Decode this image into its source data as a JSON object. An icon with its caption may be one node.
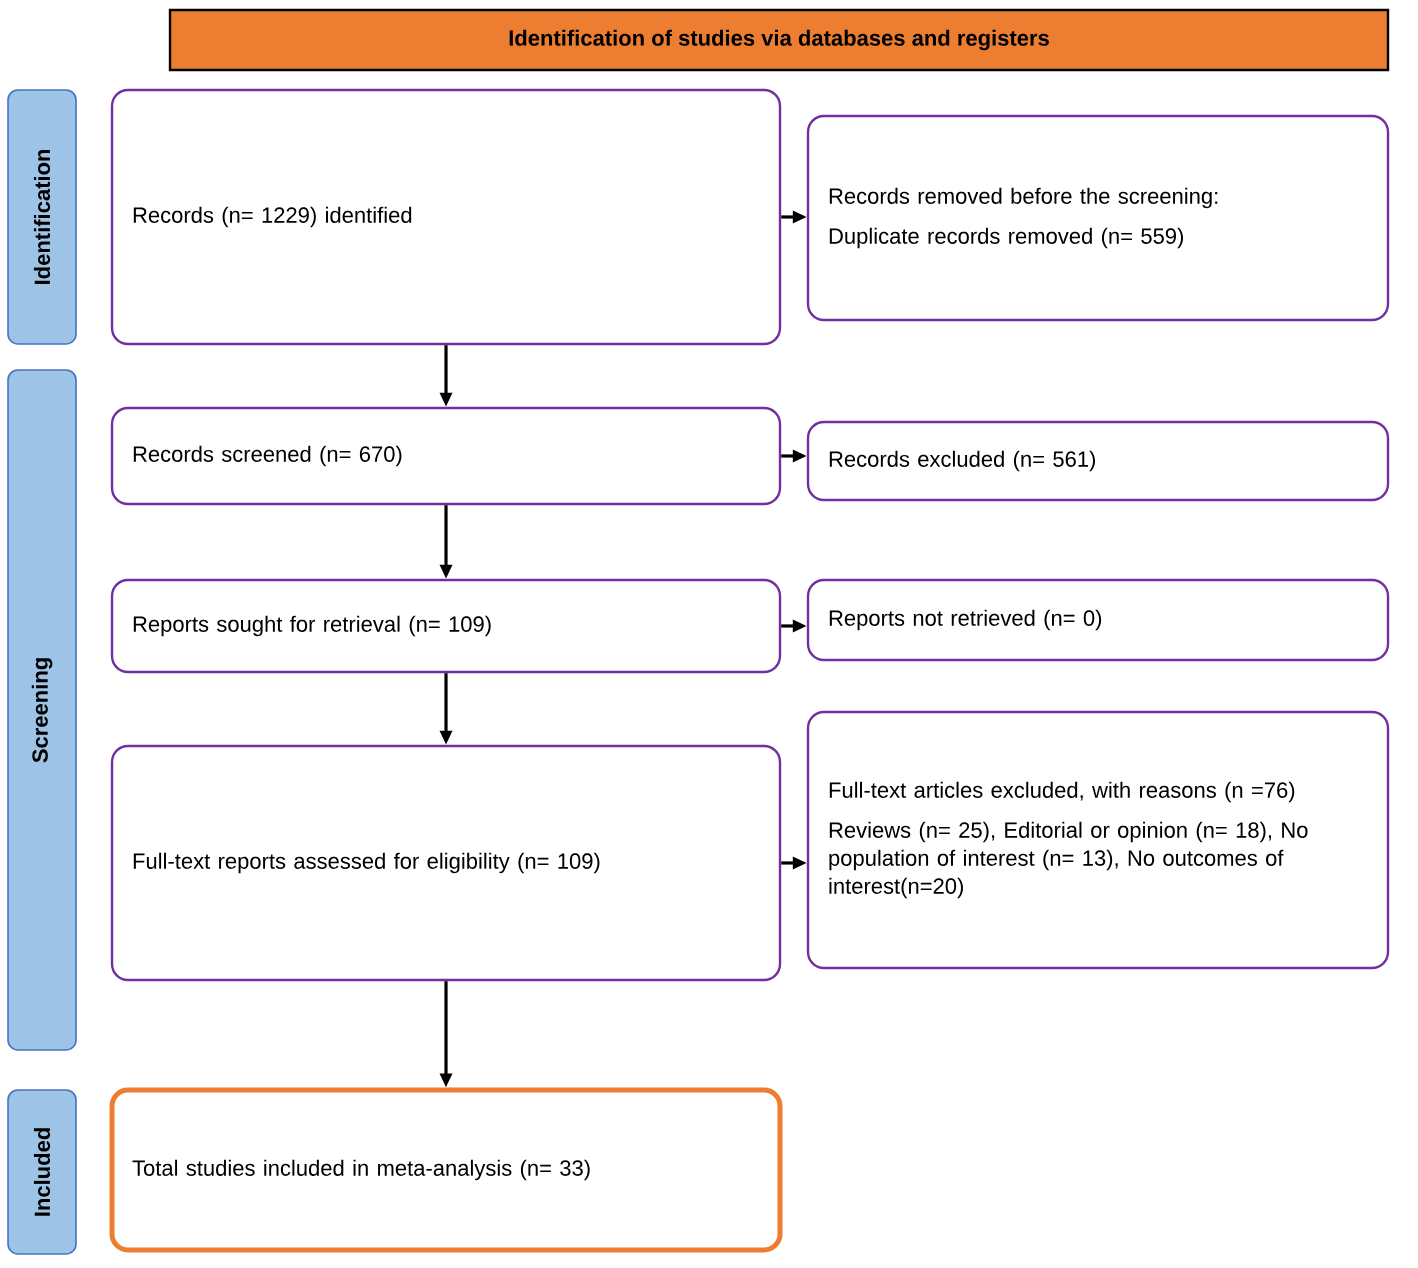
{
  "diagram": {
    "nodes": [
      {
        "text": [
          "Identification of studies via databases and registers"
        ]
      },
      {
        "text": [
          "Identification"
        ]
      },
      {
        "text": [
          "Screening"
        ]
      },
      {
        "text": [
          "Included"
        ]
      },
      {
        "text": [
          "Records (n= 1229) identified"
        ]
      },
      {
        "text": [
          "Records removed before the screening:",
          "Duplicate records removed (n= 559)"
        ]
      },
      {
        "text": [
          "Records screened (n= 670)"
        ]
      },
      {
        "text": [
          "Records excluded (n= 561)"
        ]
      },
      {
        "text": [
          "Reports sought for retrieval (n= 109)"
        ]
      },
      {
        "text": [
          "Reports not retrieved (n= 0)"
        ]
      },
      {
        "text": [
          "Full-text reports assessed for eligibility (n= 109)"
        ]
      },
      {
        "text": [
          "Full-text articles excluded, with reasons (n =76)",
          "Reviews (n= 25), Editorial or opinion (n= 18), No population of interest (n= 13),  No outcomes of interest(n=20)"
        ]
      },
      {
        "text": [
          "Total studies included in meta-analysis (n= 33)"
        ]
      }
    ],
    "edges": [
      {
        "from": 4,
        "to": 5,
        "arrow": "to"
      },
      {
        "from": 4,
        "to": 6,
        "arrow": "to"
      },
      {
        "from": 6,
        "to": 7,
        "arrow": "to"
      },
      {
        "from": 6,
        "to": 8,
        "arrow": "to"
      },
      {
        "from": 8,
        "to": 9,
        "arrow": "to"
      },
      {
        "from": 8,
        "to": 10,
        "arrow": "to"
      },
      {
        "from": 10,
        "to": 11,
        "arrow": "to"
      },
      {
        "from": 10,
        "to": 12,
        "arrow": "to"
      }
    ]
  }
}
